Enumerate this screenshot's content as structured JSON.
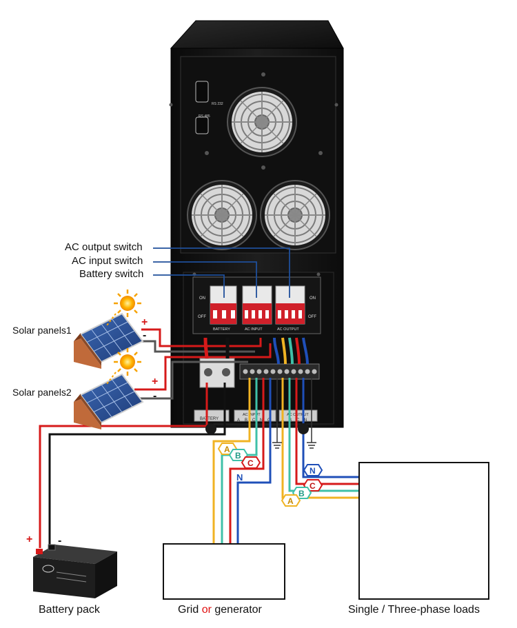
{
  "callouts": {
    "ac_output_switch": "AC output switch",
    "ac_input_switch": "AC input switch",
    "battery_switch": "Battery switch"
  },
  "solar": {
    "panel1": "Solar panels1",
    "panel2": "Solar panels2"
  },
  "polarity": {
    "plus": "+",
    "minus": "-"
  },
  "wires": {
    "a": "A",
    "b": "B",
    "c": "C",
    "n": "N"
  },
  "breaker_labels": {
    "battery": "BATTERY",
    "ac_input": "AC INPUT",
    "ac_output": "AC OUTPUT",
    "on": "ON",
    "off": "OFF"
  },
  "terminal_labels": {
    "battery": "BATTERY",
    "ac_input": "AC INPUT",
    "ac_output": "AC OUTPUT",
    "letters": [
      "A",
      "B",
      "C",
      "N",
      "G"
    ]
  },
  "ports": {
    "rs232": "RS 232",
    "rs485": "RS 485"
  },
  "captions": {
    "battery_pack": "Battery pack",
    "grid": "Grid",
    "or": "or",
    "generator": "generator",
    "loads": "Single / Three-phase loads"
  },
  "colors": {
    "wire_red": "#d61a1a",
    "wire_black": "#111111",
    "wire_yellow": "#f0b323",
    "wire_cyan": "#3fc0a8",
    "wire_blue": "#1f4fb8",
    "callout_line": "#1f4f9a",
    "cabinet": "#141414",
    "breaker_red": "#d0202a"
  }
}
